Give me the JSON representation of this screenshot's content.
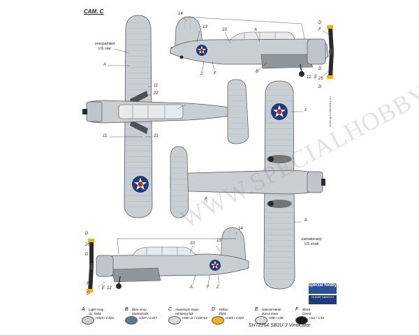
{
  "header": {
    "camouflage": "CAM. C"
  },
  "callouts": {
    "overpainted": "overpainted",
    "us_star": "US star",
    "zamalovany": "zamalovaný",
    "us_znak": "US znak",
    "c14": "14",
    "c13": "13",
    "c10": "10",
    "cA": "A",
    "cD": "D",
    "cF": "F",
    "c12": "12",
    "cE": "E",
    "c2": "2",
    "c25": "25",
    "c11": "11",
    "c22": "22",
    "c21": "21",
    "c1": "1"
  },
  "legend": [
    {
      "letter": "A",
      "name_en": "Light Gray",
      "name_cz": "Sv. šedá",
      "codes": "H325 / C325",
      "color": "#c9ced2"
    },
    {
      "letter": "B",
      "name_en": "Blue-Gray",
      "name_cz": "Modrošedá",
      "codes": "H337 / C337",
      "color": "#5f7a8c"
    },
    {
      "letter": "C",
      "name_en": "Aluminium Dope",
      "name_cz": "Hliníkový lak",
      "codes": "H08+11 / C08+62",
      "color": "#d8dbdd"
    },
    {
      "letter": "D",
      "name_en": "Yellow",
      "name_cz": "Žlutá",
      "codes": "H329 / C329",
      "color": "#f0b319"
    },
    {
      "letter": "E",
      "name_en": "Natural Metal",
      "name_cz": "Barva kovu",
      "codes": "H08 / C08",
      "color": "#dcdcdc"
    },
    {
      "letter": "F",
      "name_en": "Black",
      "name_cz": "Černá",
      "codes": "H12 / C33",
      "color": "#1a1a1a"
    }
  ],
  "kit": "SH72264  SB2U-3 Vindicator",
  "brand": {
    "top": "special hobby",
    "bottom": "GUNZE SANGYO"
  },
  "watermark": "WWW.SPECIALHOBBY.EU",
  "side_text": "www.specialhobby.eu"
}
